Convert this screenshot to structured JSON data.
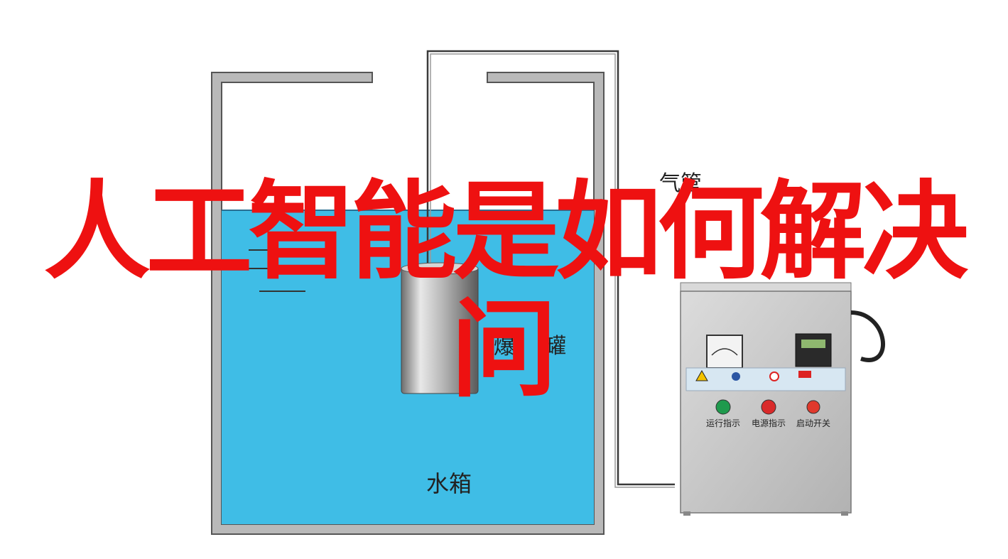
{
  "headline": {
    "line1": "人工智能是如何解决",
    "line2": "问"
  },
  "labels": {
    "air_pipe": "气管",
    "tank": "罐",
    "tank_partial": "爆",
    "water_tank": "水箱",
    "run_indicator": "运行指示",
    "power_indicator": "电源指示",
    "start_switch": "启动开关"
  },
  "colors": {
    "water": "#3fbde6",
    "headline": "#ee1111",
    "pipe": "#8a8a8a",
    "cabinet": "#c9c9c9",
    "run_lamp": "#1f9a4d",
    "power_lamp": "#d92a2a",
    "switch": "#e0392c"
  },
  "icons": [
    "warning-triangle-icon",
    "electric-hazard-icon",
    "no-touch-icon",
    "notice-icon"
  ]
}
